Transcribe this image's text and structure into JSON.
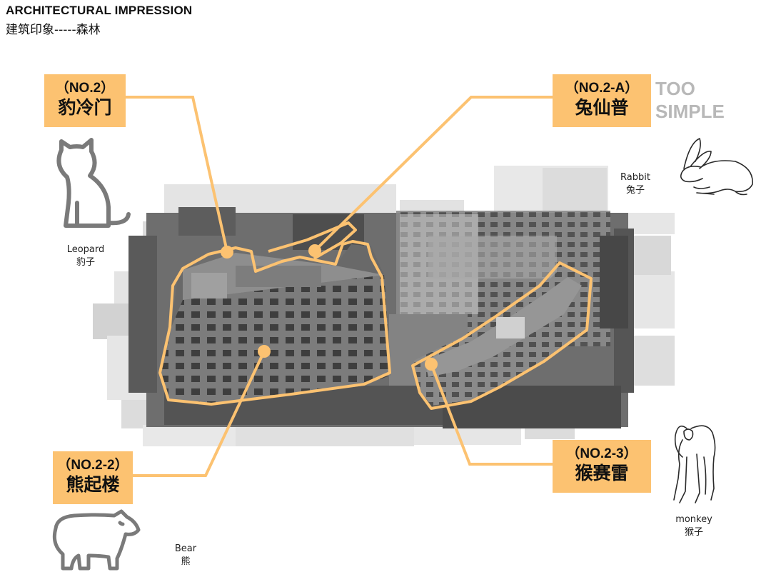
{
  "header": {
    "title": "ARCHITECTURAL IMPRESSION",
    "subtitle": "建筑印象-----森林"
  },
  "buildings": [
    {
      "id": "leopard",
      "code": "（NO.2）",
      "name": "豹冷门"
    },
    {
      "id": "rabbit",
      "code": "（NO.2-A）",
      "name": "兔仙普"
    },
    {
      "id": "bear",
      "code": "（NO.2-2）",
      "name": "熊起楼"
    },
    {
      "id": "monkey",
      "code": "（NO.2-3）",
      "name": "猴赛雷"
    }
  ],
  "aside": {
    "line1": "TOO",
    "line2": "SIMPLE"
  },
  "animals": {
    "leopard": {
      "en": "Leopard",
      "cn": "豹子",
      "icon": "sitting-cat-icon"
    },
    "rabbit": {
      "en": "Rabbit",
      "cn": "兔子",
      "icon": "rabbit-icon"
    },
    "bear": {
      "en": "Bear",
      "cn": "熊",
      "icon": "bear-icon"
    },
    "monkey": {
      "en": "monkey",
      "cn": "猴子",
      "icon": "monkey-icon"
    }
  },
  "colors": {
    "accent": "#fcc271",
    "icon_stroke": "#7a7a7a",
    "aside_text": "#b8b8b8"
  }
}
